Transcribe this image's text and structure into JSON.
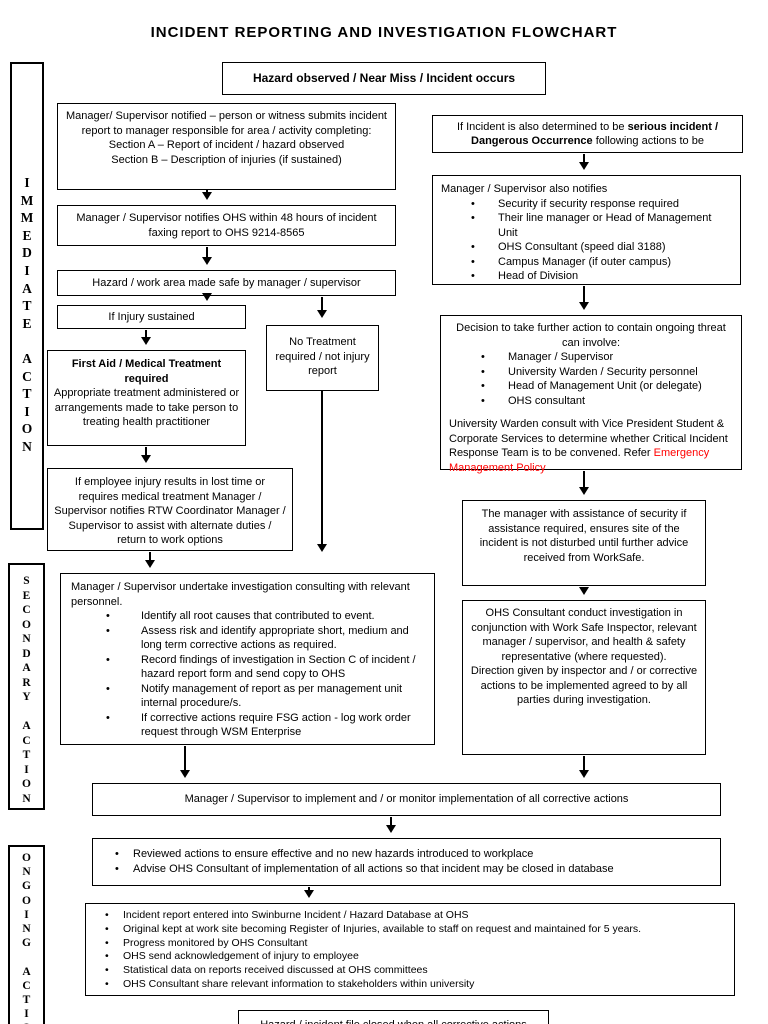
{
  "title": "INCIDENT REPORTING AND INVESTIGATION FLOWCHART",
  "colors": {
    "link_red": "#ff0000",
    "line": "#000000",
    "background": "#ffffff"
  },
  "sidebars": {
    "immediate": "I\nM\nM\nE\nD\nI\nA\nT\nE\n\nA\nC\nT\nI\nO\nN",
    "secondary": "S\nE\nC\nO\nN\nD\nA\nR\nY\n\nA\nC\nT\nI\nO\nN",
    "ongoing": "O\nN\nG\nO\nI\nN\nG\n\nA\nC\nT\nI\nO\nN"
  },
  "boxes": {
    "hazard_observed": "Hazard observed / Near Miss / Incident occurs",
    "manager_notified": "Manager/ Supervisor notified – person or witness submits incident report to manager responsible for area / activity completing:\nSection A – Report of incident / hazard observed\nSection B – Description of injuries (if sustained)",
    "notifies_ohs": "Manager / Supervisor notifies OHS within 48 hours of incident faxing report to OHS 9214-8565",
    "hazard_safe": "Hazard / work area made safe by manager / supervisor",
    "if_injury": "If Injury sustained",
    "no_treatment": "No Treatment required / not injury report",
    "first_aid": {
      "heading": "First Aid / Medical Treatment required",
      "body": "Appropriate treatment administered or arrangements made to take person to treating health practitioner"
    },
    "rtw": "If employee injury results in lost time or requires medical treatment Manager / Supervisor notifies RTW Coordinator Manager / Supervisor to assist with alternate duties / return to work options",
    "investigation": {
      "intro": "Manager / Supervisor undertake investigation consulting with relevant personnel.",
      "items": [
        "Identify all root causes that contributed to event.",
        "Assess risk and identify appropriate short, medium and long term corrective actions as required.",
        "Record findings of investigation in Section C of incident / hazard report form and send copy to OHS",
        "Notify management of report as per management unit internal procedure/s.",
        "If corrective actions require FSG action - log work order request through WSM Enterprise"
      ]
    },
    "serious": {
      "seg1": "If Incident is also determined to be ",
      "seg2": "serious incident",
      "seg3": " / ",
      "seg4": "Dangerous Occurrence",
      "seg5": " following actions to be"
    },
    "also_notifies": {
      "intro": "Manager / Supervisor also notifies",
      "items": [
        "Security if security response required",
        "Their line manager or Head of Management Unit",
        "OHS Consultant (speed dial 3188)",
        "Campus Manager (if outer campus)",
        "Head of Division"
      ]
    },
    "decision": {
      "heading": "Decision to take further action to contain ongoing threat can involve:",
      "items": [
        "Manager / Supervisor",
        "University Warden / Security personnel",
        "Head of Management Unit (or delegate)",
        "OHS consultant"
      ],
      "para_prefix": "University Warden consult with Vice President Student & Corporate Services to determine whether Critical Incident Response Team is to be convened. Refer ",
      "para_link": "Emergency Management Policy"
    },
    "worksafe_site": "The manager with assistance of security if assistance required, ensures site of the incident is not disturbed until further advice received from WorkSafe.",
    "ohs_investigation": "OHS Consultant conduct investigation in conjunction with Work Safe Inspector, relevant manager / supervisor, and health & safety representative (where requested).\nDirection given by inspector and / or corrective actions to be implemented agreed to by all parties during investigation.",
    "implement": "Manager / Supervisor to implement and / or monitor implementation of all corrective actions",
    "reviewed": {
      "items": [
        "Reviewed actions to ensure effective and no new hazards introduced to workplace",
        "Advise OHS Consultant of implementation of all actions so that incident may be closed in database"
      ]
    },
    "database": {
      "items": [
        "Incident report entered into Swinburne Incident / Hazard Database at OHS",
        "Original kept at work site becoming Register of Injuries, available to staff on request and maintained for 5 years.",
        "Progress monitored by OHS Consultant",
        "OHS send acknowledgement of injury to employee",
        "Statistical data on reports received discussed at OHS committees",
        "OHS Consultant share relevant information to stakeholders within university"
      ]
    },
    "bottom_partial": "Hazard / incident file closed when all corrective actions completed"
  }
}
